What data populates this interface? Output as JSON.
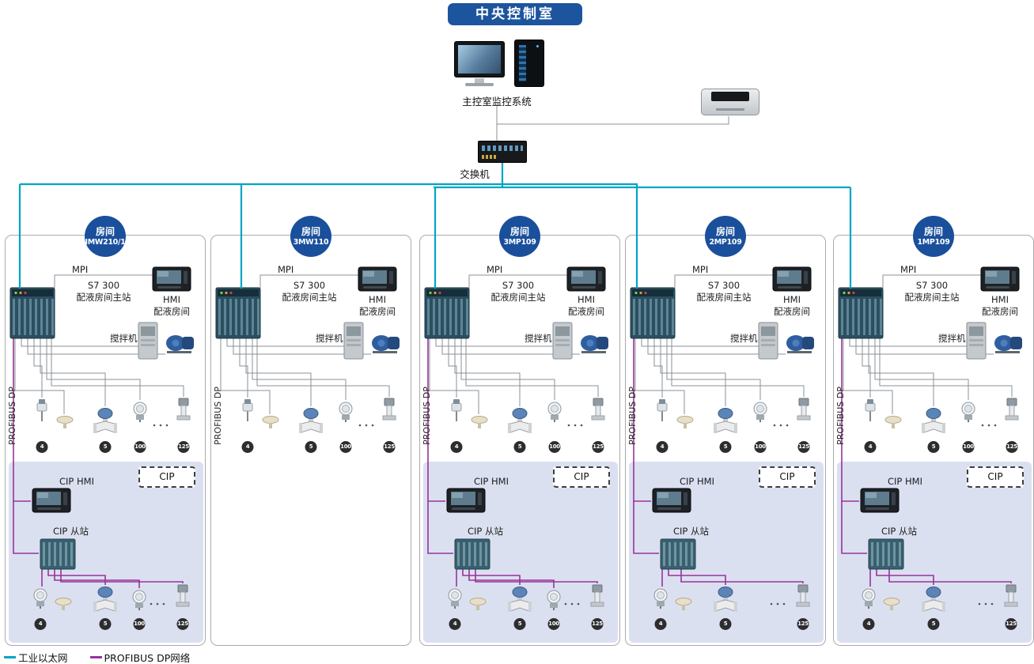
{
  "title": "中央控制室",
  "top": {
    "monitor_label": "主控室监控系统",
    "switch_label": "交换机"
  },
  "legend": {
    "ethernet_label": "工业以太网",
    "profibus_label": "PROFIBUS DP网络"
  },
  "colors": {
    "ethernet": "#00a5c5",
    "profibus": "#993399",
    "room_badge": "#1a4f9c",
    "cip_background": "#dbe0f1"
  },
  "panel_common": {
    "mpi_label": "MPI",
    "plc_line1": "S7 300",
    "plc_line2": "配液房间主站",
    "hmi_line1": "HMI",
    "hmi_line2": "配液房间",
    "mixer_label": "搅拌机",
    "profibus_label": "PROFIBUS DP",
    "cip_hmi_label": "CIP HMI",
    "cip_box_label": "CIP",
    "cip_slave_label": "CIP 从站",
    "device_badges": [
      "4",
      "5",
      "100",
      "125"
    ]
  },
  "panels": [
    {
      "room_line1": "房间",
      "room_line2": "IMW210/1",
      "has_cip": true,
      "cip_badges": [
        "4",
        "5",
        "100",
        "125"
      ]
    },
    {
      "room_line1": "房间",
      "room_line2": "3MW110",
      "has_cip": false,
      "cip_badges": []
    },
    {
      "room_line1": "房间",
      "room_line2": "3MP109",
      "has_cip": true,
      "cip_badges": [
        "4",
        "5",
        "100",
        "125"
      ]
    },
    {
      "room_line1": "房间",
      "room_line2": "2MP109",
      "has_cip": true,
      "cip_badges": [
        "4",
        "5",
        "125"
      ]
    },
    {
      "room_line1": "房间",
      "room_line2": "1MP109",
      "has_cip": true,
      "cip_badges": [
        "4",
        "5",
        "125"
      ]
    }
  ]
}
